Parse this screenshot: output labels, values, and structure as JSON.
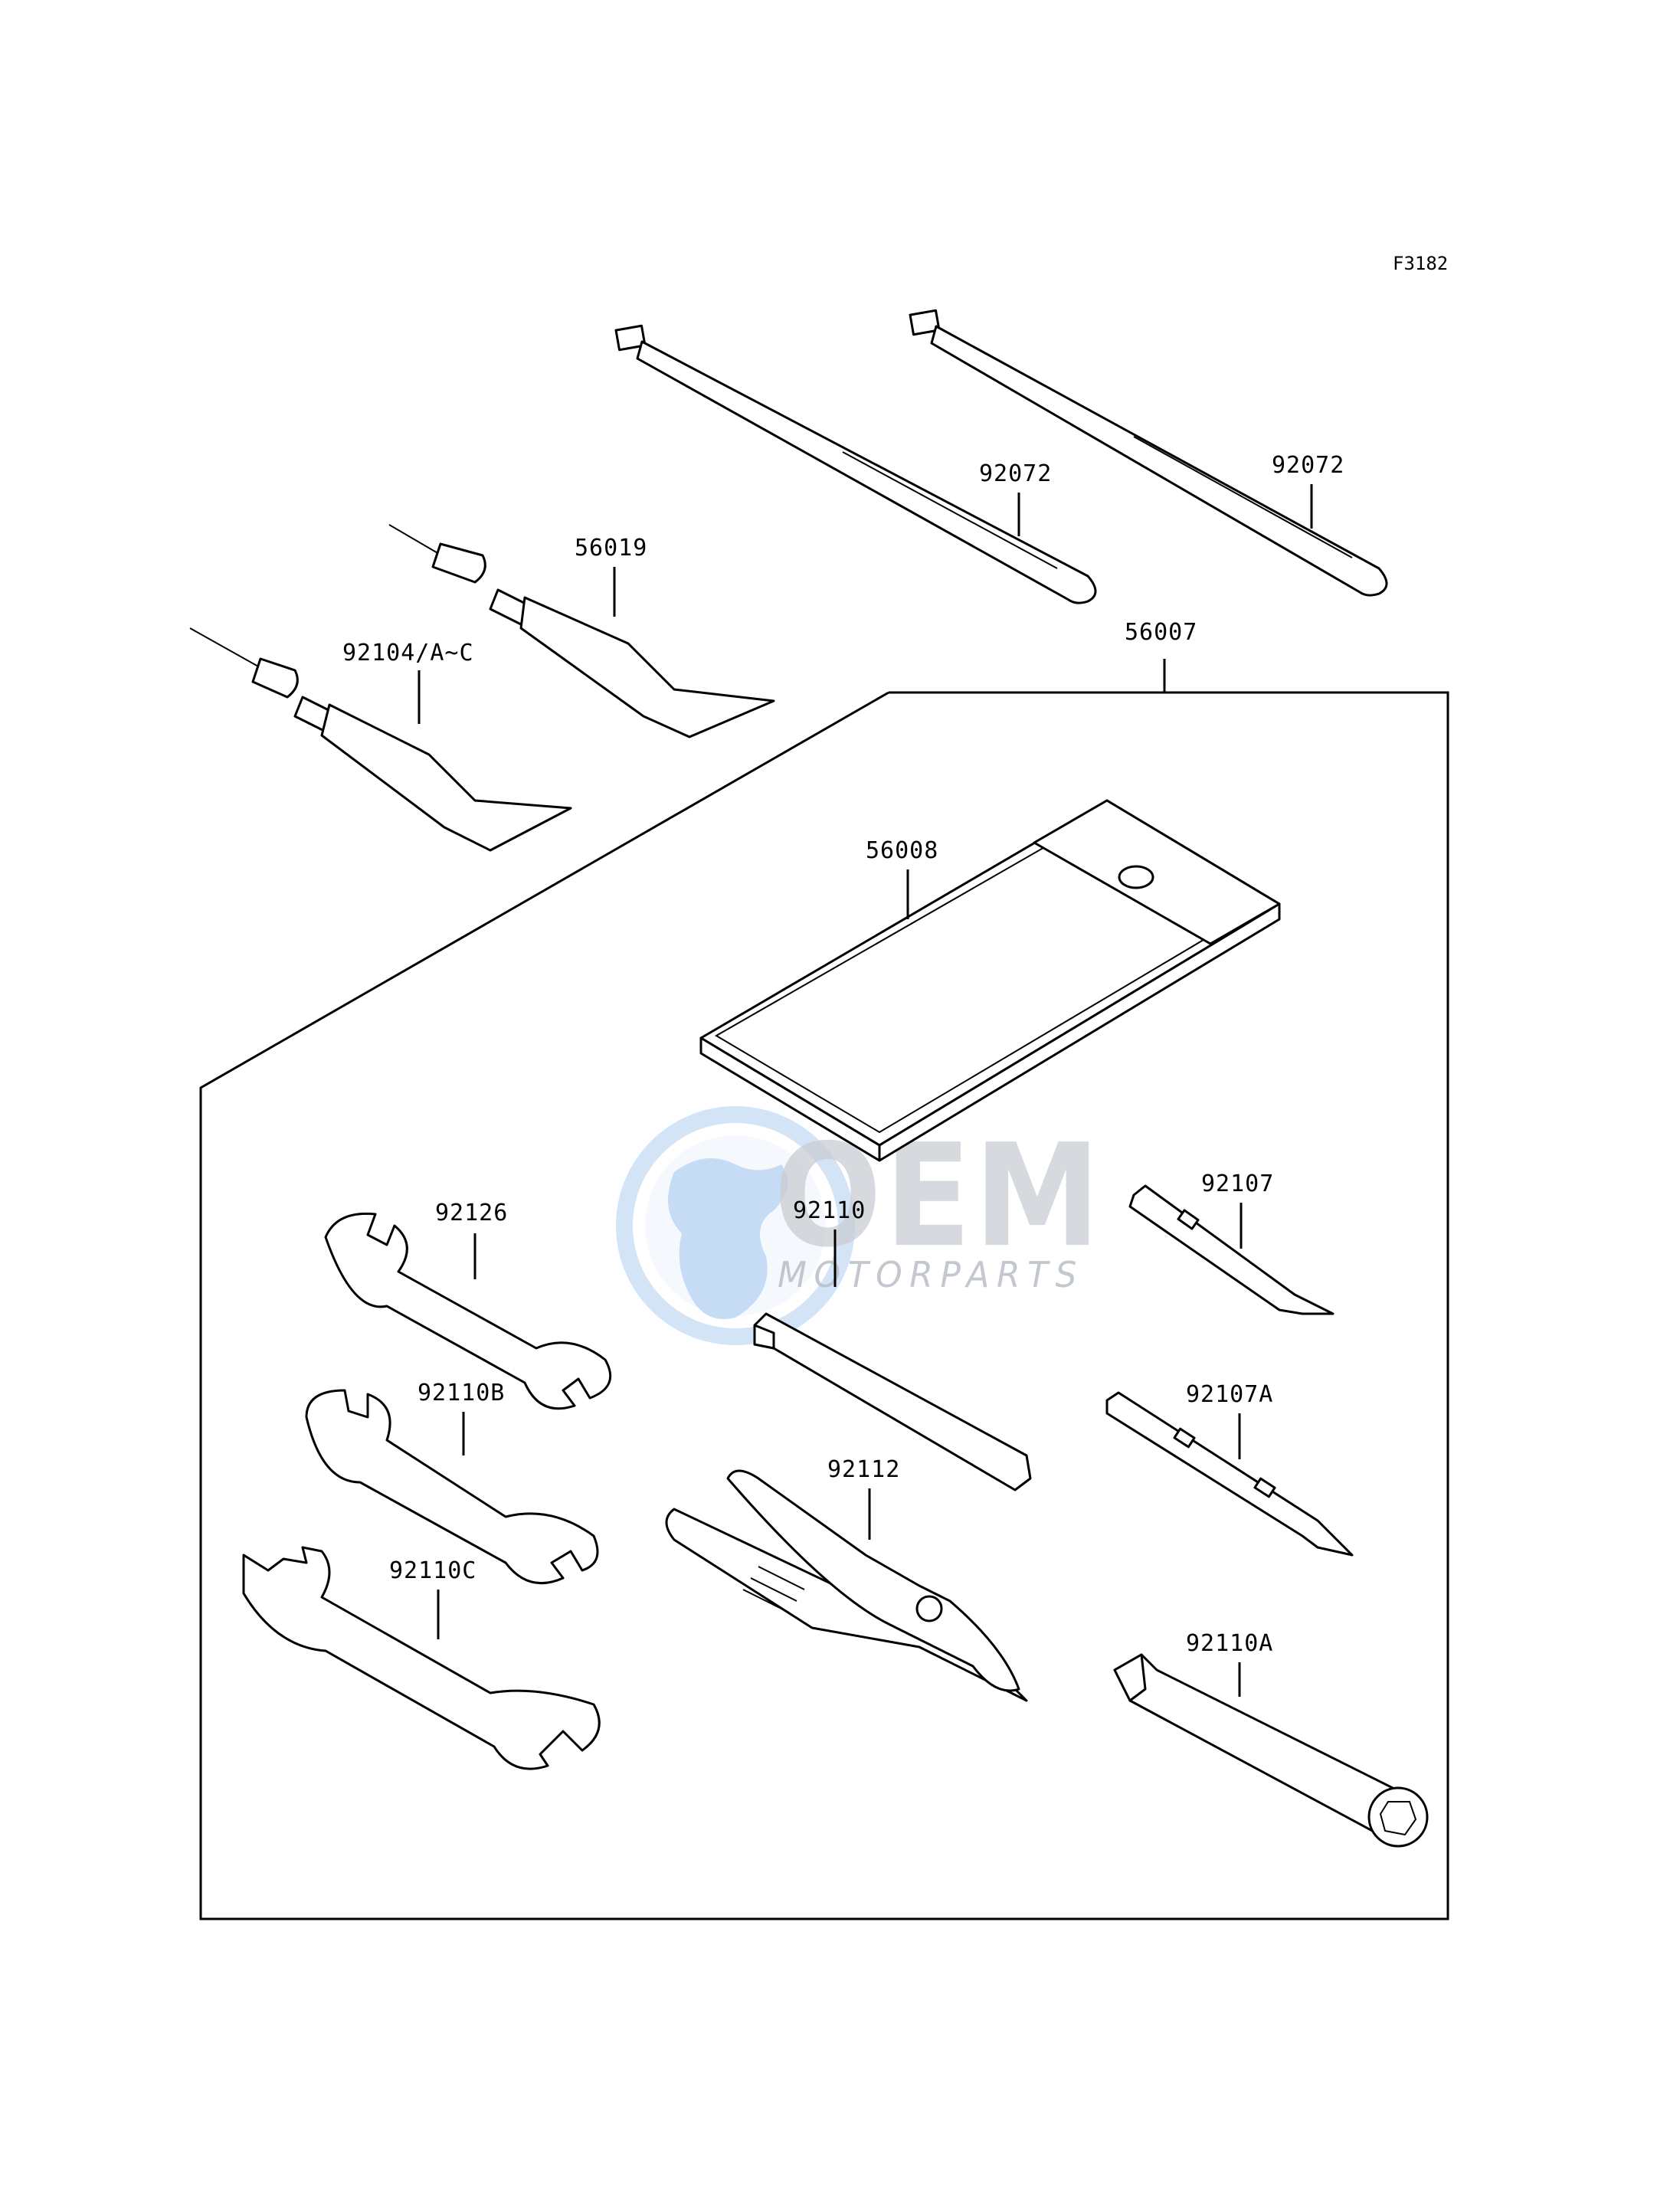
{
  "figure_code": "F3182",
  "parts": {
    "tie_right": "92072",
    "tie_left": "92072",
    "grease_small": "56019",
    "grease_large": "92104/A~C",
    "tool_kit": "56007",
    "tool_bag": "56008",
    "wrench_top": "92126",
    "wrench_middle": "92110B",
    "wrench_bottom": "92110C",
    "hex_key": "92110",
    "pliers": "92112",
    "screwdriver_handle": "92107",
    "screwdriver_bit": "92107A",
    "spark_plug_wrench": "92110A"
  },
  "watermark": {
    "brand": "OEM",
    "sub": "MOTORPARTS"
  },
  "colors": {
    "line": "#000000",
    "watermark_globe": "#4a90d9",
    "watermark_text": "#c9cdd3"
  }
}
